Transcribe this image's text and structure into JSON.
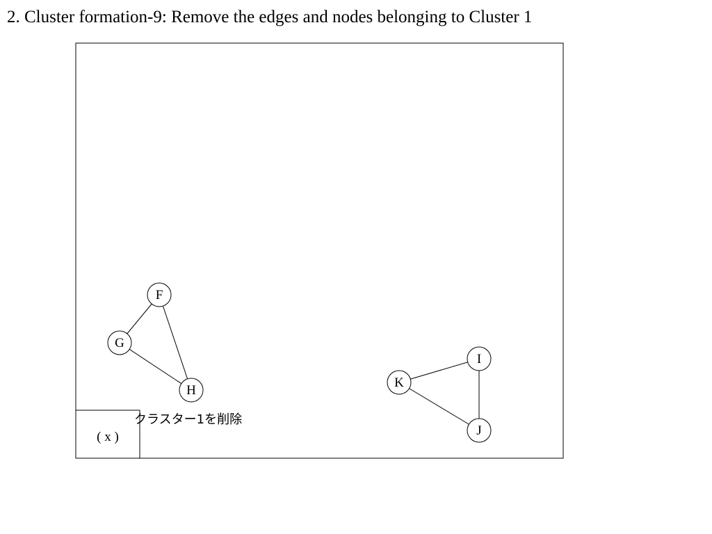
{
  "title": "2. Cluster formation-9: Remove the edges and nodes belonging to Cluster 1",
  "caption": "クラスター1を削除",
  "box_label": "( x )",
  "colors": {
    "stroke": "#000000",
    "fill": "#ffffff"
  },
  "nodes": [
    {
      "id": "F",
      "label": "F"
    },
    {
      "id": "G",
      "label": "G"
    },
    {
      "id": "H",
      "label": "H"
    },
    {
      "id": "I",
      "label": "I"
    },
    {
      "id": "J",
      "label": "J"
    },
    {
      "id": "K",
      "label": "K"
    }
  ],
  "edges": [
    {
      "from": "F",
      "to": "G"
    },
    {
      "from": "F",
      "to": "H"
    },
    {
      "from": "G",
      "to": "H"
    },
    {
      "from": "K",
      "to": "I"
    },
    {
      "from": "K",
      "to": "J"
    },
    {
      "from": "I",
      "to": "J"
    }
  ]
}
